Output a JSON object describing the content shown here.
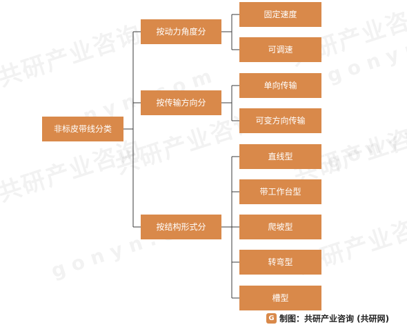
{
  "diagram": {
    "root": "非标皮带线分类",
    "groups": [
      {
        "label": "按动力角度分",
        "items": [
          "固定速度",
          "可调速"
        ]
      },
      {
        "label": "按传输方向分",
        "items": [
          "单向传输",
          "可变方向传输"
        ]
      },
      {
        "label": "按结构形式分",
        "items": [
          "直线型",
          "带工作台型",
          "爬坡型",
          "转弯型",
          "槽型"
        ]
      }
    ]
  },
  "watermark": {
    "cn": "共研产业咨询",
    "en": "gonyn.com"
  },
  "footer": {
    "logo": "G",
    "text": "制图：共研产业咨询 (共研网)"
  },
  "colors": {
    "node_fill": "#d9894a",
    "node_text": "#ffffff",
    "connector": "#3a3a3a",
    "background": "#ffffff"
  }
}
